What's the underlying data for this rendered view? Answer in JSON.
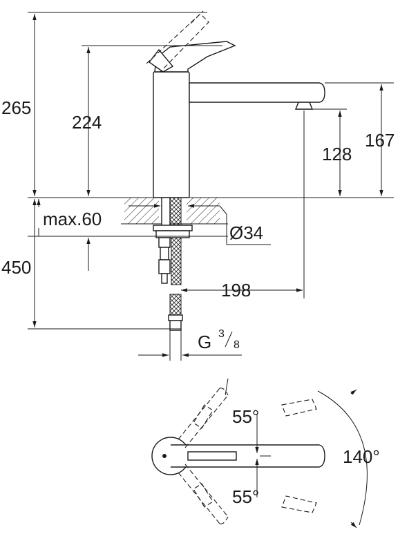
{
  "dimensions": {
    "total_height": "265",
    "body_height": "224",
    "spout_height": "167",
    "outlet_height": "128",
    "deck_thickness": "max.60",
    "hole_diameter": "Ø34",
    "hose_length": "450",
    "projection": "198",
    "thread_main": "G",
    "thread_num": "3",
    "thread_den": "8"
  },
  "plan_view": {
    "angle_upper": "55°",
    "angle_lower": "55°",
    "angle_total": "140°"
  },
  "colors": {
    "line": "#1a1a1a",
    "background": "#ffffff"
  }
}
